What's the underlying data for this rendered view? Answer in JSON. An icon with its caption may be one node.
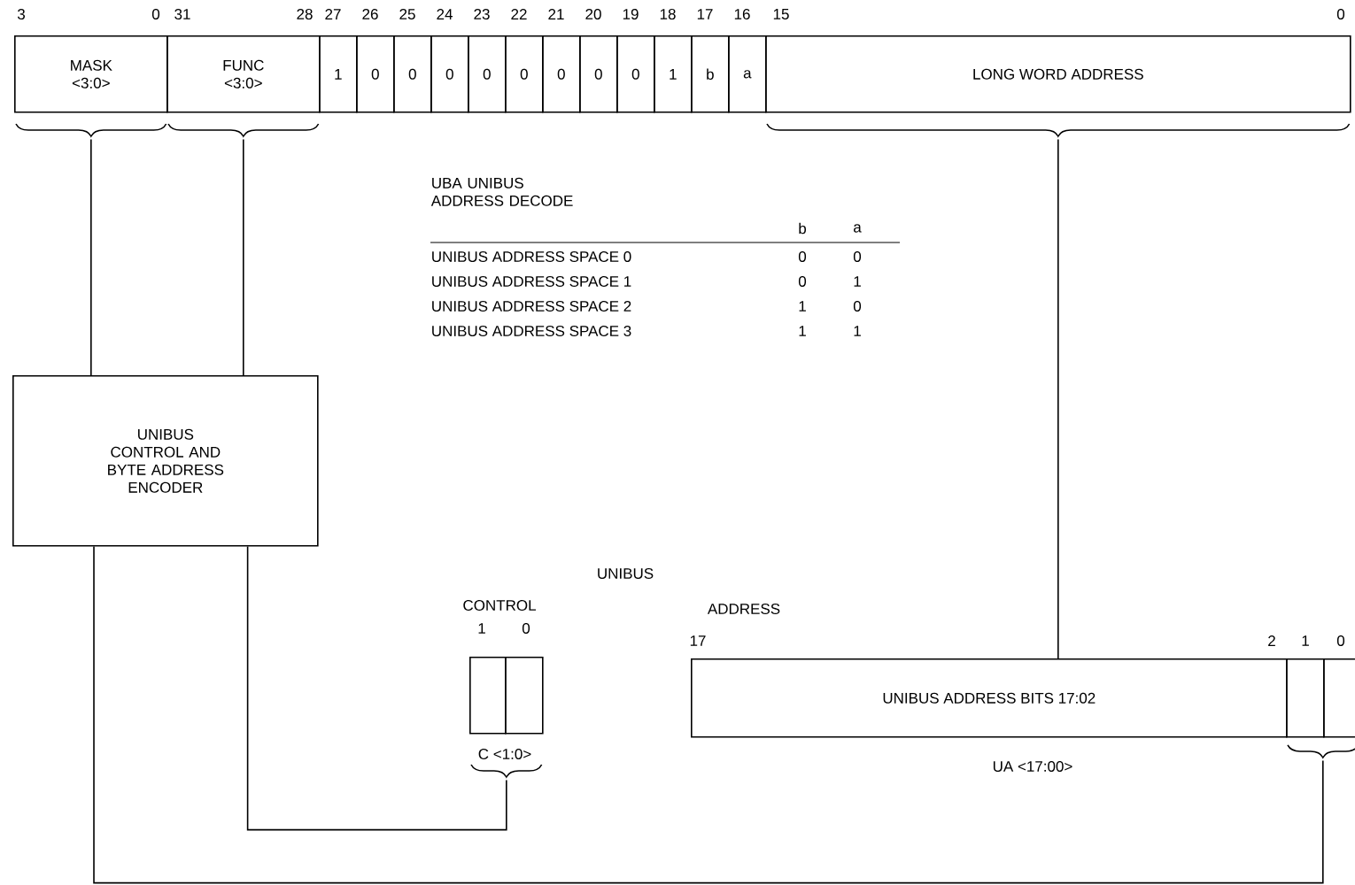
{
  "diagram": {
    "nodes": [
      {
        "text": [
          "MASK <3:0>"
        ]
      },
      {
        "text": [
          "FUNC <3:0>"
        ]
      },
      {
        "text": [
          "1"
        ]
      },
      {
        "text": [
          "0"
        ]
      },
      {
        "text": [
          "0"
        ]
      },
      {
        "text": [
          "0"
        ]
      },
      {
        "text": [
          "0"
        ]
      },
      {
        "text": [
          "0"
        ]
      },
      {
        "text": [
          "0"
        ]
      },
      {
        "text": [
          "0"
        ]
      },
      {
        "text": [
          "0"
        ]
      },
      {
        "text": [
          "1"
        ]
      },
      {
        "text": [
          "b"
        ]
      },
      {
        "text": [
          "a"
        ]
      },
      {
        "text": [
          "LONG WORD ADDRESS"
        ]
      },
      {
        "text": [
          "UNIBUS CONTROL AND BYTE ADDRESS ENCODER"
        ]
      },
      {
        "text": [],
        "shape": "box"
      },
      {
        "text": [],
        "shape": "box"
      },
      {
        "text": [
          "UNIBUS ADDRESS BITS    17:02"
        ]
      },
      {
        "text": [],
        "shape": "box"
      },
      {
        "text": [],
        "shape": "box"
      },
      {
        "text": [],
        "shape": "brace"
      },
      {
        "text": [],
        "shape": "brace"
      },
      {
        "text": [],
        "shape": "brace"
      },
      {
        "text": [],
        "shape": "brace"
      },
      {
        "text": [],
        "shape": "brace"
      }
    ],
    "edges": [
      {
        "from": 21,
        "to": 15,
        "arrow": "none"
      },
      {
        "from": 22,
        "to": 15,
        "arrow": "none"
      },
      {
        "from": 23,
        "to": 18,
        "arrow": "none"
      },
      {
        "from": 15,
        "to": 24,
        "arrow": "none"
      },
      {
        "from": 15,
        "to": 25,
        "arrow": "none"
      }
    ],
    "labels": [
      "3",
      "0",
      "31",
      "28",
      "27",
      "26",
      "25",
      "24",
      "23",
      "22",
      "21",
      "20",
      "19",
      "18",
      "17",
      "16",
      "15",
      "0",
      "UBA UNIBUS ADDRESS DECODE",
      "b",
      "a",
      "UNIBUS ADDRESS SPACE 0",
      "0",
      "0",
      "UNIBUS ADDRESS SPACE 1",
      "0",
      "1",
      "UNIBUS ADDRESS SPACE 2",
      "1",
      "0",
      "UNIBUS ADDRESS SPACE 3",
      "1",
      "1",
      "UNIBUS",
      "CONTROL",
      "ADDRESS",
      "1",
      "0",
      "17",
      "2",
      "1",
      "0",
      "C <1:0>",
      "UA <17:00>"
    ]
  }
}
